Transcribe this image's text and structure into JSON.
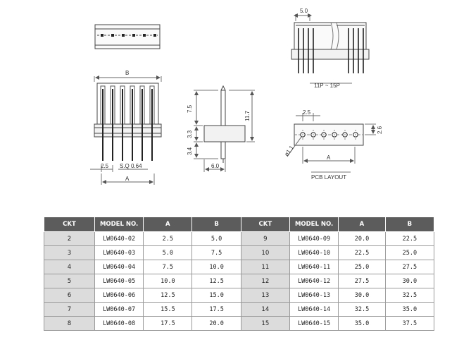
{
  "drawing": {
    "dim_b": "B",
    "dim_a": "A",
    "dim_a_pcb": "A",
    "pitch": "2.5",
    "pitch_pcb": "2.5",
    "pin_sq": "S.Q 0.64",
    "height_upper": "7.5",
    "height_mid": "3.3",
    "height_lower": "3.4",
    "height_total": "11.7",
    "depth": "6.0",
    "top_width": "5.0",
    "row_height": "2.6",
    "hole_dia": "ø1.1",
    "range_note": "11P ~ 15P",
    "pcb_caption": "PCB LAYOUT"
  },
  "table": {
    "headers": [
      "CKT",
      "MODEL NO.",
      "A",
      "B",
      "CKT",
      "MODEL NO.",
      "A",
      "B"
    ],
    "rows": [
      [
        "2",
        "LW0640-02",
        "2.5",
        "5.0",
        "9",
        "LW0640-09",
        "20.0",
        "22.5"
      ],
      [
        "3",
        "LW0640-03",
        "5.0",
        "7.5",
        "10",
        "LW0640-10",
        "22.5",
        "25.0"
      ],
      [
        "4",
        "LW0640-04",
        "7.5",
        "10.0",
        "11",
        "LW0640-11",
        "25.0",
        "27.5"
      ],
      [
        "5",
        "LW0640-05",
        "10.0",
        "12.5",
        "12",
        "LW0640-12",
        "27.5",
        "30.0"
      ],
      [
        "6",
        "LW0640-06",
        "12.5",
        "15.0",
        "13",
        "LW0640-13",
        "30.0",
        "32.5"
      ],
      [
        "7",
        "LW0640-07",
        "15.5",
        "17.5",
        "14",
        "LW0640-14",
        "32.5",
        "35.0"
      ],
      [
        "8",
        "LW0640-08",
        "17.5",
        "20.0",
        "15",
        "LW0640-15",
        "35.0",
        "37.5"
      ]
    ]
  }
}
